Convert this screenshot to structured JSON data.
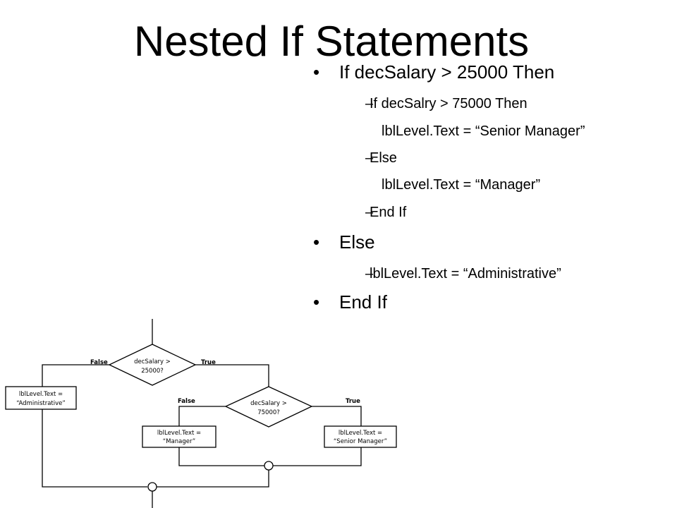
{
  "title": "Nested If Statements",
  "bullets": {
    "b1": "If decSalary > 25000 Then",
    "b1_sub1": "If decSalry > 75000 Then",
    "b1_sub1_code": "lblLevel.Text = “Senior Manager”",
    "b1_sub2": "Else",
    "b1_sub2_code": "lblLevel.Text = “Manager”",
    "b1_sub3": "End If",
    "b2": "Else",
    "b2_sub1": "lblLevel.Text = “Administrative”",
    "b3": "End If",
    "bullet_glyph": "•",
    "dash_glyph": "–"
  },
  "flowchart": {
    "decision1_line1": "decSalary >",
    "decision1_line2": "25000?",
    "decision1_false": "False",
    "decision1_true": "True",
    "decision2_line1": "decSalary >",
    "decision2_line2": "75000?",
    "decision2_false": "False",
    "decision2_true": "True",
    "box_admin_line1": "lblLevel.Text =",
    "box_admin_line2": "“Administrative”",
    "box_manager_line1": "lblLevel.Text =",
    "box_manager_line2": "“Manager”",
    "box_senior_line1": "lblLevel.Text =",
    "box_senior_line2": "“Senior Manager”"
  }
}
